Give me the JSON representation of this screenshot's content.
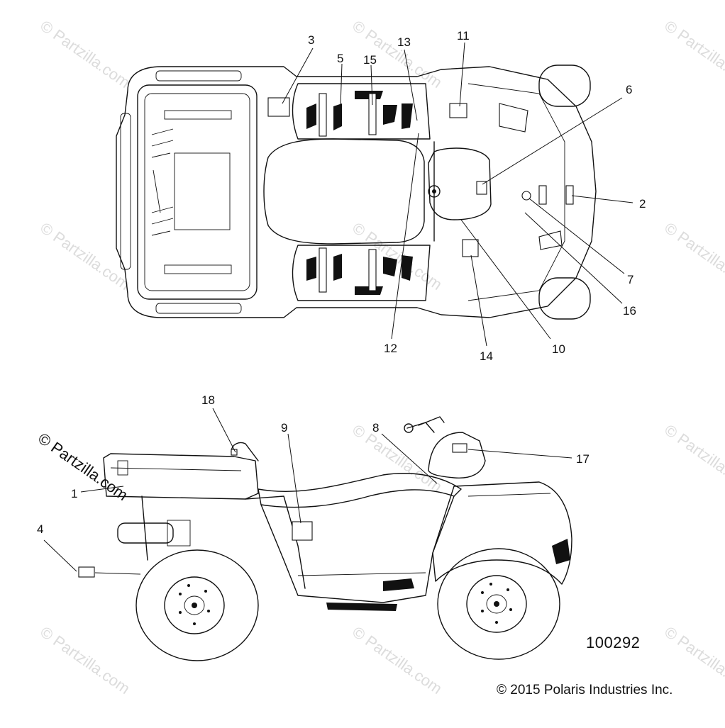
{
  "diagram": {
    "id": "100292",
    "copyright": "© 2015 Polaris Industries Inc.",
    "watermark": "© Partzilla.com",
    "callouts": {
      "top_view": [
        "3",
        "5",
        "15",
        "13",
        "11",
        "6",
        "2",
        "7",
        "16",
        "10",
        "14",
        "12"
      ],
      "side_view": [
        "18",
        "9",
        "8",
        "17",
        "1",
        "4"
      ]
    }
  }
}
